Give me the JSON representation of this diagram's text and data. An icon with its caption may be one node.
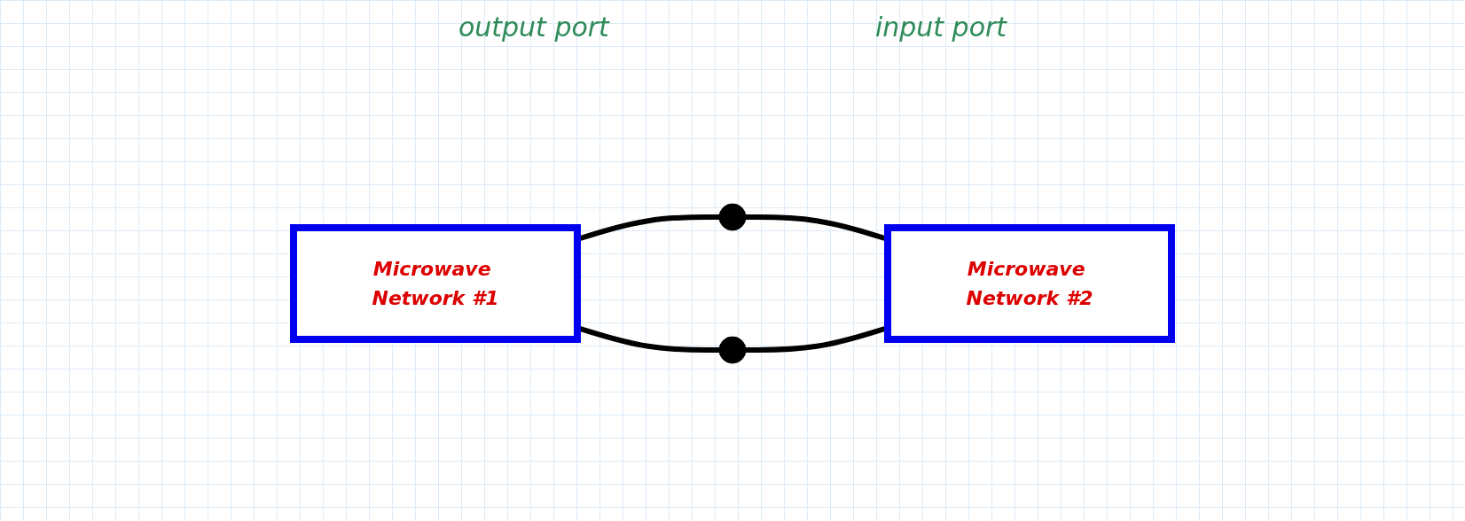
{
  "diagram": {
    "nodes": [
      {
        "text": [
          "Microwave Network #1"
        ]
      },
      {
        "text": [
          "Microwave Network #2"
        ]
      },
      {
        "text": [],
        "shape": "circle"
      },
      {
        "text": [],
        "shape": "circle"
      }
    ],
    "edges": [
      {
        "from": 0,
        "to": 2,
        "arrow": "none"
      },
      {
        "from": 2,
        "to": 1,
        "arrow": "none"
      },
      {
        "from": 0,
        "to": 3,
        "arrow": "none"
      },
      {
        "from": 3,
        "to": 1,
        "arrow": "none"
      }
    ],
    "labels": [
      "output port",
      "input port"
    ]
  }
}
